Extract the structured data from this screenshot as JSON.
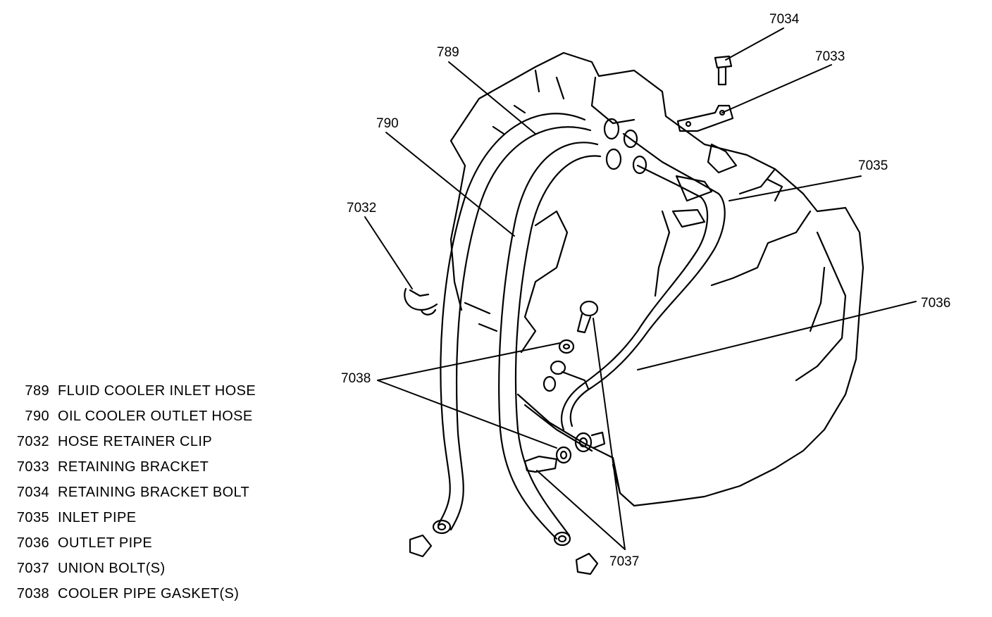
{
  "diagram": {
    "callouts": {
      "c789": "789",
      "c790": "790",
      "c7032": "7032",
      "c7033": "7033",
      "c7034": "7034",
      "c7035": "7035",
      "c7036": "7036",
      "c7037": "7037",
      "c7038": "7038"
    }
  },
  "legend": [
    {
      "num": "789",
      "desc": "FLUID COOLER INLET HOSE"
    },
    {
      "num": "790",
      "desc": "OIL COOLER OUTLET HOSE"
    },
    {
      "num": "7032",
      "desc": "HOSE RETAINER CLIP"
    },
    {
      "num": "7033",
      "desc": "RETAINING BRACKET"
    },
    {
      "num": "7034",
      "desc": "RETAINING BRACKET BOLT"
    },
    {
      "num": "7035",
      "desc": "INLET PIPE"
    },
    {
      "num": "7036",
      "desc": "OUTLET PIPE"
    },
    {
      "num": "7037",
      "desc": "UNION BOLT(S)"
    },
    {
      "num": "7038",
      "desc": "COOLER PIPE GASKET(S)"
    }
  ]
}
